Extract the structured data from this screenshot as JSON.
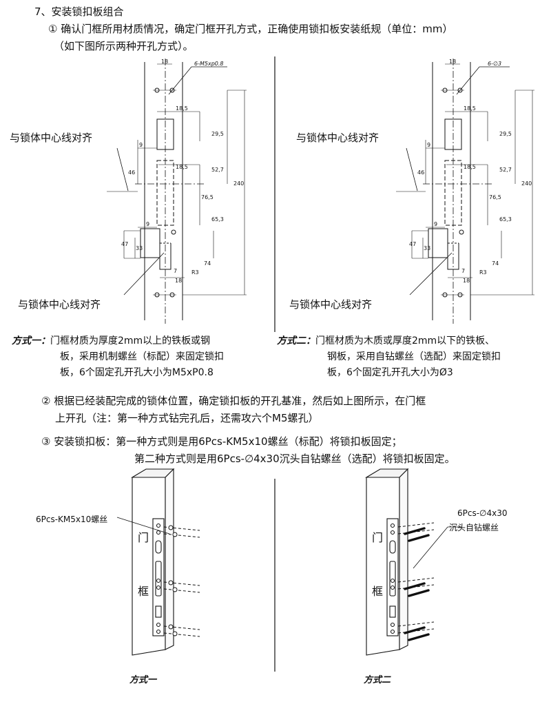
{
  "heading": "7、安装锁扣板组合",
  "step1": {
    "line1": "① 确认门框所用材质情况，确定门框开孔方式，正确使用锁扣板安装纸规（单位：mm）",
    "line2": "（如下图所示两种开孔方式）。"
  },
  "diagram_left": {
    "hole_spec": "6-M5xp0.8",
    "align_label_top": "与锁体中心线对齐",
    "align_label_bottom": "与锁体中心线对齐",
    "dims": {
      "d18_top": "18",
      "d18_5a": "18,5",
      "d29_5": "29,5",
      "d9a": "9",
      "d46": "46",
      "d18_5b": "18,5",
      "d52_7": "52,7",
      "d240": "240",
      "d76_5": "76,5",
      "d65_3": "65,3",
      "d9b": "9",
      "d47": "47",
      "d33": "33",
      "d74": "74",
      "d7": "7",
      "dR3": "R3",
      "d18_bot": "18"
    }
  },
  "diagram_right": {
    "hole_spec": "6-∅3",
    "align_label_top": "与锁体中心线对齐",
    "align_label_bottom": "与锁体中心线对齐",
    "dims": {
      "d18_top": "18",
      "d18_5a": "18,5",
      "d29_5": "29,5",
      "d9a": "9",
      "d46": "46",
      "d18_5b": "18,5",
      "d52_7": "52,7",
      "d240": "240",
      "d76_5": "76,5",
      "d65_3": "65,3",
      "d9b": "9",
      "d47": "47",
      "d33": "33",
      "d74": "74",
      "d7": "7",
      "dR3": "R3",
      "d18_bot": "18"
    }
  },
  "method1": {
    "title": "方式一：",
    "line1": "门框材质为厚度2mm以上的铁板或钢",
    "line2": "板，采用机制螺丝（标配）来固定锁扣",
    "line3": "板，6个固定孔开孔大小为M5xP0.8"
  },
  "method2": {
    "title": "方式二：",
    "line1": "门框材质为木质或厚度2mm以下的铁板、",
    "line2": "钢板，采用自钻螺丝（选配）来固定锁扣",
    "line3": "板，6个固定孔开孔大小为Ø3"
  },
  "step2": {
    "line1": "② 根据已经装配完成的锁体位置，确定锁扣板的开孔基准，然后如上图所示，在门框",
    "line2": "上开孔（注：第一种方式钻完孔后，还需攻六个M5螺孔）"
  },
  "step3": {
    "line1": "③ 安装锁扣板：第一种方式则是用6Pcs-KM5x10螺丝（标配）将锁扣板固定；",
    "line2": "第二种方式则是用6Pcs-∅4x30沉头自钻螺丝（选配）将锁扣板固定。"
  },
  "install_left": {
    "screw_label": "6Pcs-KM5x10螺丝",
    "frame_char1": "门",
    "frame_char2": "框",
    "caption": "方式一"
  },
  "install_right": {
    "screw_label1": "6Pcs-∅4x30",
    "screw_label2": "沉头自钻螺丝",
    "frame_char1": "门",
    "frame_char2": "框",
    "caption": "方式二"
  }
}
